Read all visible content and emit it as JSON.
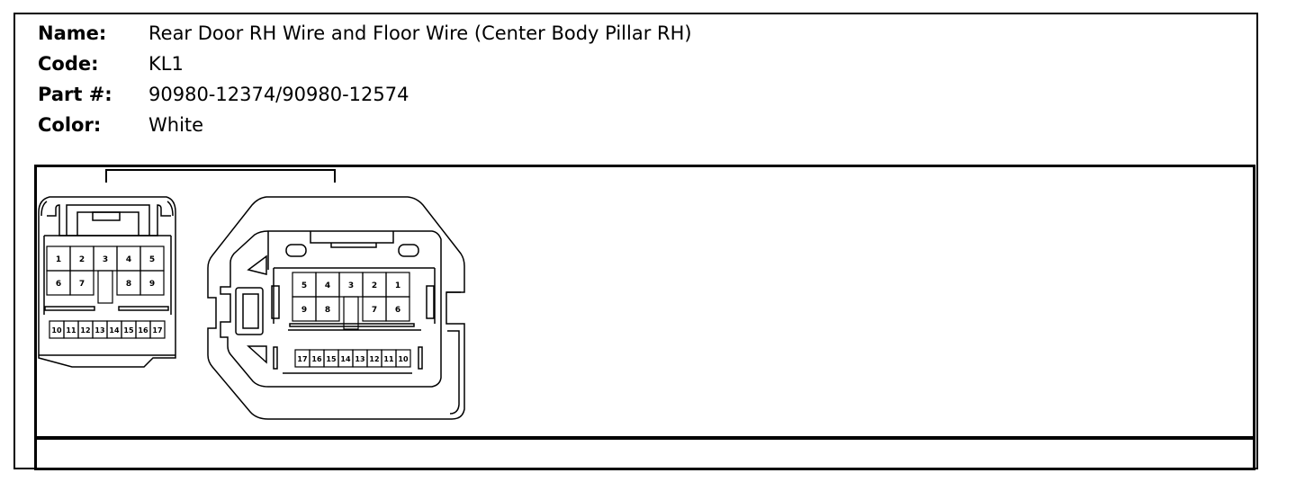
{
  "connector": {
    "name_label": "Name:",
    "name_value": "Rear Door RH Wire and Floor Wire (Center Body Pillar RH)",
    "code_label": "Code:",
    "code_value": "KL1",
    "part_label": "Part #:",
    "part_value": "90980-12374/90980-12574",
    "color_label": "Color:",
    "color_value": "White"
  },
  "left_connector": {
    "top_row": [
      "1",
      "2",
      "3",
      "4",
      "5"
    ],
    "mid_row": [
      "6",
      "7",
      "",
      "8",
      "9"
    ],
    "bottom_row": [
      "10",
      "11",
      "12",
      "13",
      "14",
      "15",
      "16",
      "17"
    ]
  },
  "right_connector": {
    "top_row": [
      "5",
      "4",
      "3",
      "2",
      "1"
    ],
    "mid_row": [
      "9",
      "8",
      "",
      "7",
      "6"
    ],
    "bottom_row": [
      "17",
      "16",
      "15",
      "14",
      "13",
      "12",
      "11",
      "10"
    ]
  }
}
